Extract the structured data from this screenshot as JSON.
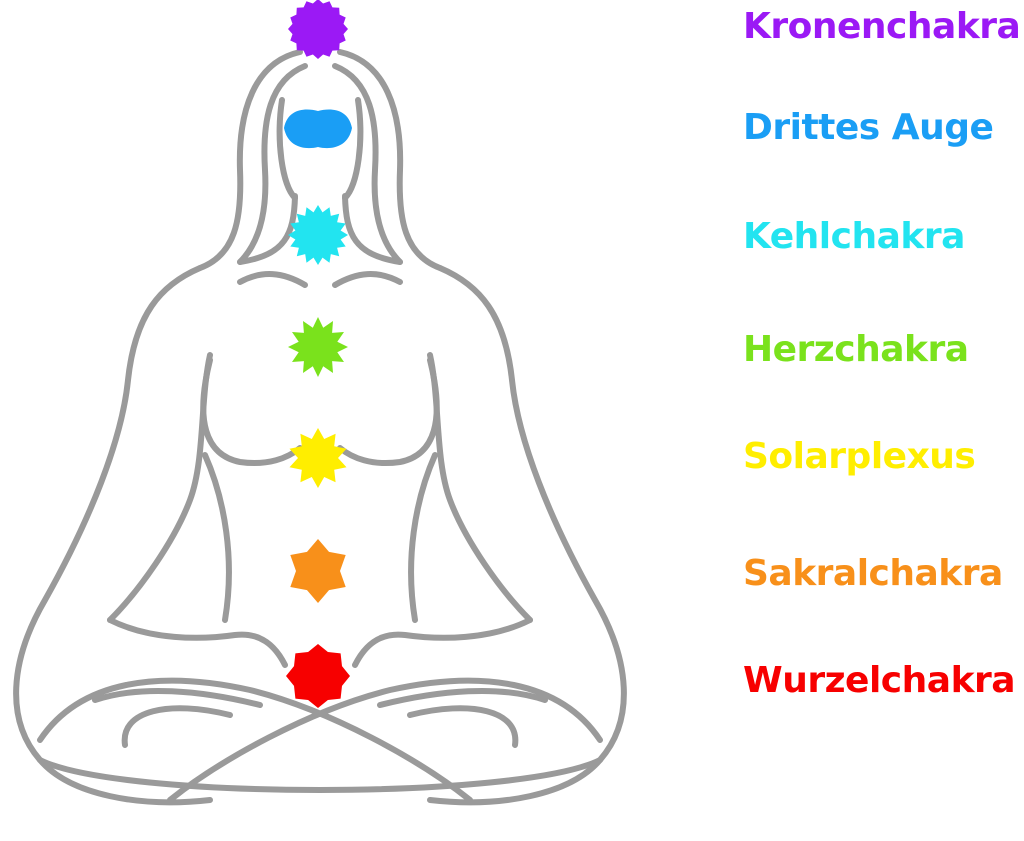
{
  "chakras": [
    {
      "key": "crown",
      "label": "Kronenchakra",
      "color": "#9b19f5",
      "shape": "rosette-16"
    },
    {
      "key": "third-eye",
      "label": "Drittes Auge",
      "color": "#1a9ef5",
      "shape": "wide-petal"
    },
    {
      "key": "throat",
      "label": "Kehlchakra",
      "color": "#22e4f0",
      "shape": "star-16"
    },
    {
      "key": "heart",
      "label": "Herzchakra",
      "color": "#7ae21c",
      "shape": "star-12"
    },
    {
      "key": "solar",
      "label": "Solarplexus",
      "color": "#ffee00",
      "shape": "star-10"
    },
    {
      "key": "sacral",
      "label": "Sakralchakra",
      "color": "#f8901a",
      "shape": "star-6"
    },
    {
      "key": "root",
      "label": "Wurzelchakra",
      "color": "#f70000",
      "shape": "star-4"
    }
  ],
  "figure": {
    "outline_color": "#9a9a9a",
    "subject": "meditating-figure-outline"
  }
}
